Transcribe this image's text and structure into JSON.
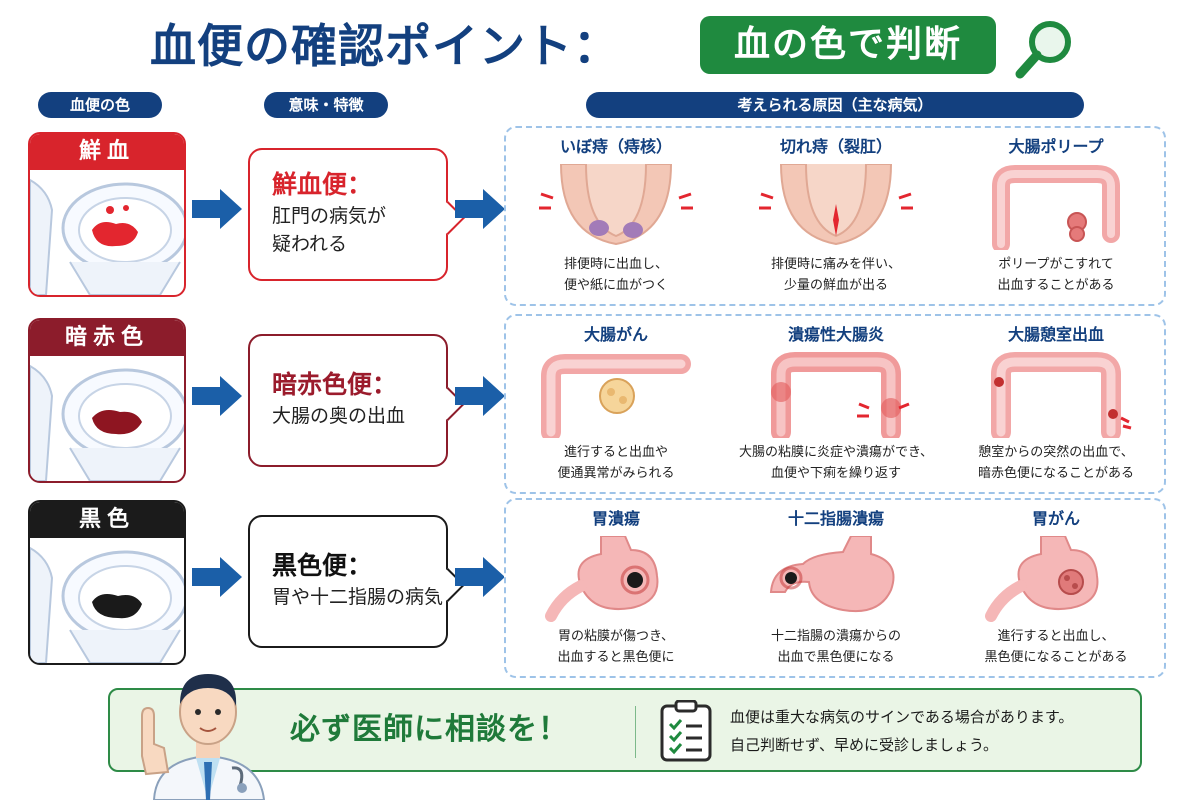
{
  "header": {
    "title": "血便の確認ポイント：",
    "badge": "血の色で判断",
    "icon": "search-icon"
  },
  "columns": {
    "color": "血便の色",
    "meaning": "意味・特徴",
    "causes": "考えられる原因（主な病気）"
  },
  "rows": [
    {
      "label": "鮮血",
      "accent": "#d8242c",
      "stain": "#e3262f",
      "meaning_title": "鮮血便：",
      "meaning_desc": [
        "肛門の病気が",
        "疑われる"
      ],
      "causes": [
        {
          "name": "いぼ痔（痔核）",
          "desc": [
            "排便時に出血し、",
            "便や紙に血がつく"
          ]
        },
        {
          "name": "切れ痔（裂肛）",
          "desc": [
            "排便時に痛みを伴い、",
            "少量の鮮血が出る"
          ]
        },
        {
          "name": "大腸ポリープ",
          "desc": [
            "ポリープがこすれて",
            "出血することがある"
          ]
        }
      ]
    },
    {
      "label": "暗赤色",
      "accent": "#8c1c2b",
      "stain": "#8e1521",
      "meaning_title": "暗赤色便：",
      "meaning_desc": [
        "大腸の奥の出血"
      ],
      "causes": [
        {
          "name": "大腸がん",
          "desc": [
            "進行すると出血や",
            "便通異常がみられる"
          ]
        },
        {
          "name": "潰瘍性大腸炎",
          "desc": [
            "大腸の粘膜に炎症や潰瘍ができ、",
            "血便や下痢を繰り返す"
          ]
        },
        {
          "name": "大腸憩室出血",
          "desc": [
            "憩室からの突然の出血で、",
            "暗赤色便になることがある"
          ]
        }
      ]
    },
    {
      "label": "黒色",
      "accent": "#1b1b1b",
      "stain": "#1a1a1a",
      "meaning_title": "黒色便：",
      "meaning_desc": [
        "胃や十二指腸の病気"
      ],
      "causes": [
        {
          "name": "胃潰瘍",
          "desc": [
            "胃の粘膜が傷つき、",
            "出血すると黒色便に"
          ]
        },
        {
          "name": "十二指腸潰瘍",
          "desc": [
            "十二指腸の潰瘍からの",
            "出血で黒色便になる"
          ]
        },
        {
          "name": "胃がん",
          "desc": [
            "進行すると出血し、",
            "黒色便になることがある"
          ]
        }
      ]
    }
  ],
  "banner": {
    "title": "必ず医師に相談を！",
    "message": [
      "血便は重大な病気のサインである場合があります。",
      "自己判断せず、早めに受診しましょう。"
    ]
  },
  "colors": {
    "navy": "#13407f",
    "green": "#1f8a3f",
    "arrow": "#1b5fa8"
  }
}
